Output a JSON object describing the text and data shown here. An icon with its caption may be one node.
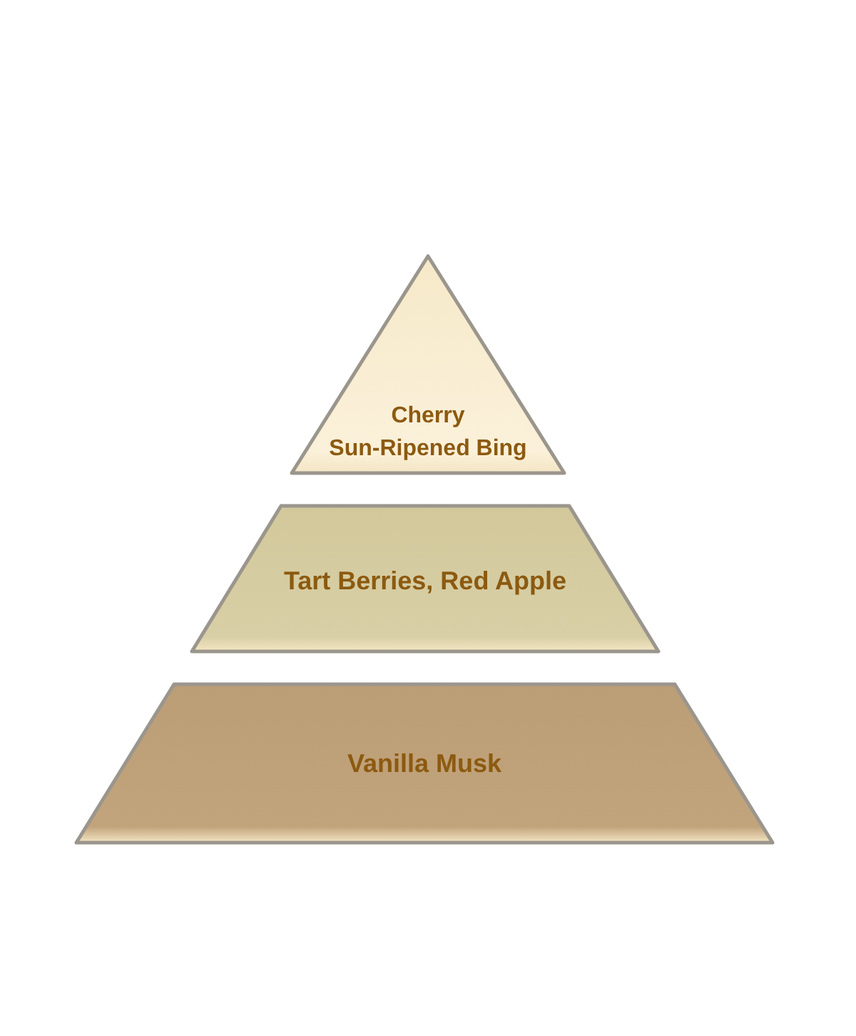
{
  "diagram": {
    "nodes": [
      {
        "text": [
          "Cherry",
          "Sun-Ripened Bing"
        ]
      },
      {
        "text": [
          "Tart Berries, Red Apple"
        ]
      },
      {
        "text": [
          "Vanilla Musk"
        ]
      }
    ]
  }
}
